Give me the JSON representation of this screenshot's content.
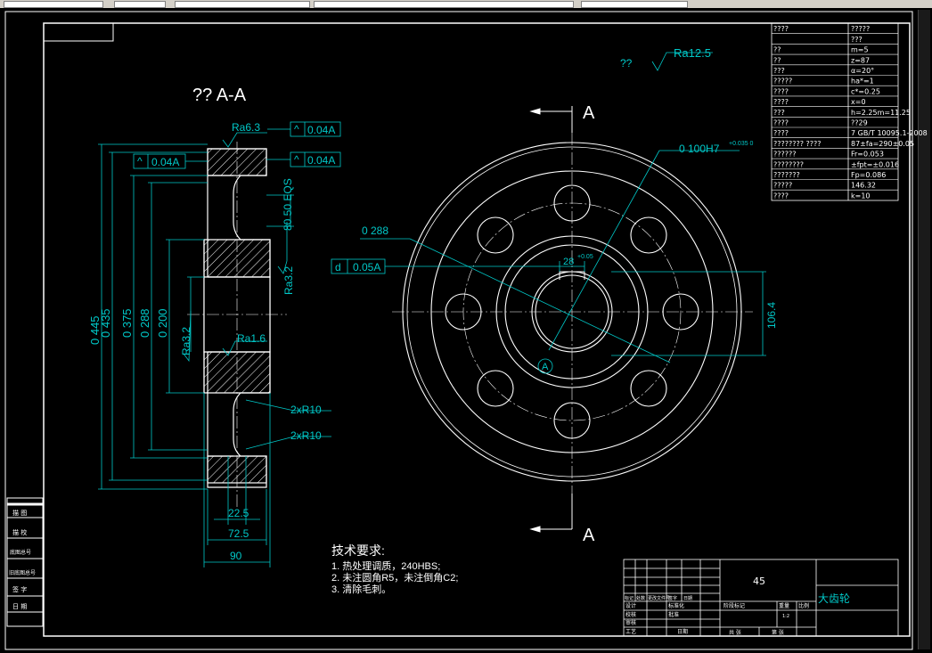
{
  "section_title": "?? A-A",
  "section_marker_top": "A",
  "section_marker_bottom": "A",
  "roughness_general_label": "??",
  "roughness_general": "Ra12.5",
  "roughness_left_top": "Ra6.3",
  "roughness_ra32_right": "Ra3.2",
  "roughness_ra32_left": "Ra3.2",
  "roughness_ra16": "Ra1.6",
  "tolerance_runout_1": "0.04A",
  "tolerance_runout_2": "0.04A",
  "tolerance_runout_3": "0.04A",
  "tolerance_symmetry": "0.05A",
  "tolerance_symbol": "d",
  "dims": {
    "d445": "0 445",
    "d435": "0 435",
    "d375": "0 375",
    "d288_side": "0 288",
    "d200": "0 200",
    "eqs": "80 50 EQS",
    "r10_1": "2xR10",
    "r10_2": "2xR10",
    "w225": "22.5",
    "w725": "72.5",
    "w90": "90",
    "bore": "0 100H7",
    "bore_tol": "+0.035 0",
    "circle288": "0 288",
    "key": "28",
    "key_tol": "+0.05",
    "keydepth": "106.4",
    "datum": "A"
  },
  "params": [
    [
      "????",
      "?????"
    ],
    [
      "",
      "???"
    ],
    [
      "??",
      "m=5"
    ],
    [
      "??",
      "z=87"
    ],
    [
      "???",
      "α=20°"
    ],
    [
      "?????",
      "ha*=1"
    ],
    [
      "????",
      "c*=0.25"
    ],
    [
      "????",
      "x=0"
    ],
    [
      "???",
      "h=2.25m=11.25"
    ],
    [
      "????",
      "??29"
    ],
    [
      "????",
      "7 GB/T 10095.1-2008"
    ],
    [
      "???????? ????",
      "87±fa=290±0.05"
    ],
    [
      "??????",
      "Fr=0.053"
    ],
    [
      "????????",
      "±fpt=±0.016"
    ],
    [
      "???????",
      "Fp=0.086"
    ],
    [
      "?????",
      "146.32"
    ],
    [
      "????",
      "k=10"
    ]
  ],
  "tech_req": {
    "title": "技术要求:",
    "lines": [
      "1. 热处理调质，240HBS;",
      "2. 未注圆角R5，未注倒角C2;",
      "3. 清除毛刺。"
    ]
  },
  "title_block": {
    "material": "45",
    "part_name": "大齿轮",
    "scale": "1:2",
    "col_headers": [
      "标记",
      "处数",
      "更改文件号",
      "签字",
      "日期"
    ],
    "rows": [
      "设计",
      "校核",
      "审核",
      "工艺"
    ],
    "std": "标准化",
    "approve": "批准",
    "date": "日期",
    "stage": "阶段标记",
    "weight": "重量",
    "scale_label": "比例",
    "sheets": "共 张",
    "sheet": "第 张"
  },
  "left_stamp": [
    "描 图",
    "描 校",
    "底图总号",
    "旧底图总号",
    "签 字",
    "日 期"
  ]
}
